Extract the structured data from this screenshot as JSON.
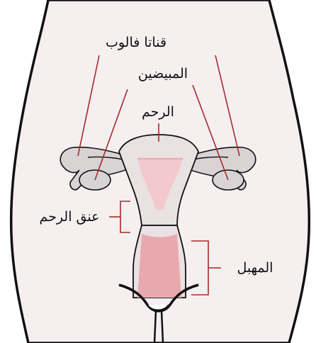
{
  "labels": {
    "fallopian_tubes": "قناتا فالوب",
    "ovaries": "المبيضين",
    "uterus": "الرحم",
    "cervix": "عنق الرحم",
    "vagina": "المهبل"
  },
  "colors": {
    "body_fill": "#f6eff0",
    "organ_fill": "#e9e1e2",
    "pink": "#f2c9cc",
    "deep_pink": "#e8a9ae",
    "tube_fill": "#d9d3d4",
    "ovary_fill": "#d8d4d5",
    "leader_line": "#a52a2a",
    "outline": "#111111"
  }
}
